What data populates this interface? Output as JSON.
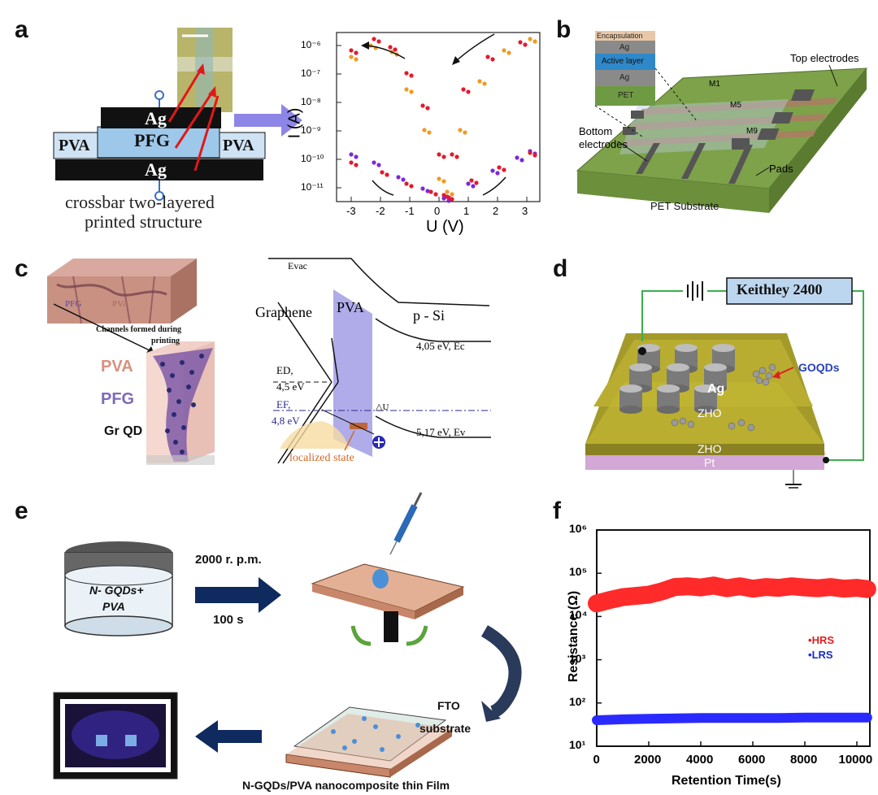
{
  "panels": {
    "a": "a",
    "b": "b",
    "c": "c",
    "d": "d",
    "e": "e",
    "f": "f"
  },
  "panel_a": {
    "top_layer": "Ag",
    "middle_layer": "PFG",
    "side_left": "PVA",
    "side_right": "PVA",
    "bottom_layer": "Ag",
    "caption_line1": "crossbar two-layered",
    "caption_line2": "printed structure",
    "plot": {
      "ylabel": "I (A)",
      "xlabel": "U (V)",
      "yticks": [
        "10⁻⁶",
        "10⁻⁷",
        "10⁻⁸",
        "10⁻⁹",
        "10⁻¹⁰",
        "10⁻¹¹"
      ],
      "xticks": [
        "-3",
        "-2",
        "-1",
        "0",
        "1",
        "2",
        "3"
      ]
    }
  },
  "panel_b": {
    "stack": [
      "Encapsulation",
      "Ag",
      "Active layer",
      "Ag",
      "PET"
    ],
    "electrodes": [
      "M1",
      "M5",
      "M9"
    ],
    "top_electrodes": "Top electrodes",
    "bottom_electrodes_1": "Bottom",
    "bottom_electrodes_2": "electrodes",
    "pads": "Pads",
    "substrate": "PET Substrate"
  },
  "panel_c": {
    "block_pfg": "PFG",
    "block_pva": "PVA",
    "channels_1": "Channels formed during",
    "channels_2": "printing",
    "pva": "PVA",
    "pfg": "PFG",
    "grqd": "Gr QD",
    "evac": "Evac",
    "graphene": "Graphene",
    "pva_band": "PVA",
    "psi": "p - Si",
    "ec": "4,05 eV, Ec",
    "ed": "ED,",
    "ed_val": "4,5 eV",
    "ef": "EF,",
    "ef_val": "4,8 eV",
    "du": "△U",
    "ev": "5,17 eV, Ev",
    "localized": "localized state"
  },
  "panel_d": {
    "instrument": "Keithley 2400",
    "ag": "Ag",
    "goqds": "GOQDs",
    "zho1": "ZHO",
    "zho2": "ZHO",
    "pt": "Pt"
  },
  "panel_e": {
    "solution_1": "N- GQDs+",
    "solution_2": "PVA",
    "speed": "2000 r. p.m.",
    "time": "100 s",
    "fto_1": "FTO",
    "fto_2": "substrate",
    "film": "N-GQDs/PVA nanocomposite thin Film"
  },
  "chart_data": {
    "type": "scatter",
    "title": "",
    "xlabel": "Retention Time(s)",
    "ylabel": "Resistance (Ω)",
    "xlim": [
      0,
      10500
    ],
    "ylim_log10": [
      1,
      6
    ],
    "xticks": [
      "0",
      "2000",
      "4000",
      "6000",
      "8000",
      "10000"
    ],
    "yticks": [
      "10¹",
      "10²",
      "10³",
      "10⁴",
      "10⁵",
      "10⁶"
    ],
    "legend_position": "right",
    "series": [
      {
        "name": "HRS",
        "color": "#ff2a2a",
        "x": [
          0,
          500,
          1000,
          1500,
          2000,
          2500,
          3000,
          3500,
          4000,
          4500,
          5000,
          5500,
          6000,
          6500,
          7000,
          7500,
          8000,
          8500,
          9000,
          9500,
          10000,
          10400
        ],
        "y": [
          20000,
          24000,
          28000,
          30000,
          32000,
          38000,
          48000,
          50000,
          47000,
          52000,
          45000,
          50000,
          44000,
          48000,
          46000,
          50000,
          47000,
          45000,
          48000,
          44000,
          46000,
          43000
        ]
      },
      {
        "name": "LRS",
        "color": "#2a2aff",
        "x": [
          0,
          1000,
          2000,
          3000,
          4000,
          5000,
          6000,
          7000,
          8000,
          9000,
          10000,
          10400
        ],
        "y": [
          40,
          42,
          43,
          44,
          45,
          45,
          45,
          45,
          46,
          46,
          46,
          46
        ]
      }
    ]
  }
}
